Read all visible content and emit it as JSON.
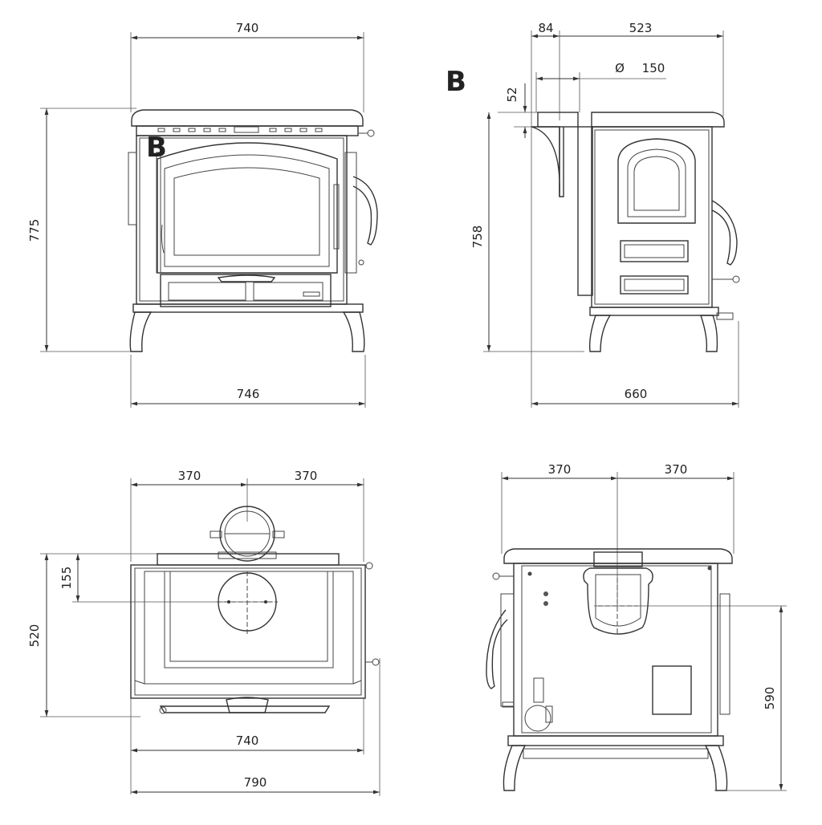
{
  "views": {
    "front": {
      "width_top": "740",
      "height": "775",
      "width_bottom": "746",
      "marker": "B"
    },
    "side": {
      "marker": "B",
      "flue_offset": "84",
      "flue_to_back": "523",
      "flue_diameter_symbol": "Ø",
      "flue_diameter": "150",
      "flue_height": "52",
      "height": "758",
      "depth": "660"
    },
    "top": {
      "left_half": "370",
      "right_half": "370",
      "flue_from_front": "155",
      "depth": "520",
      "inner_width": "740",
      "overall_width": "790"
    },
    "back": {
      "left_half": "370",
      "right_half": "370",
      "flue_center_height": "590"
    }
  }
}
